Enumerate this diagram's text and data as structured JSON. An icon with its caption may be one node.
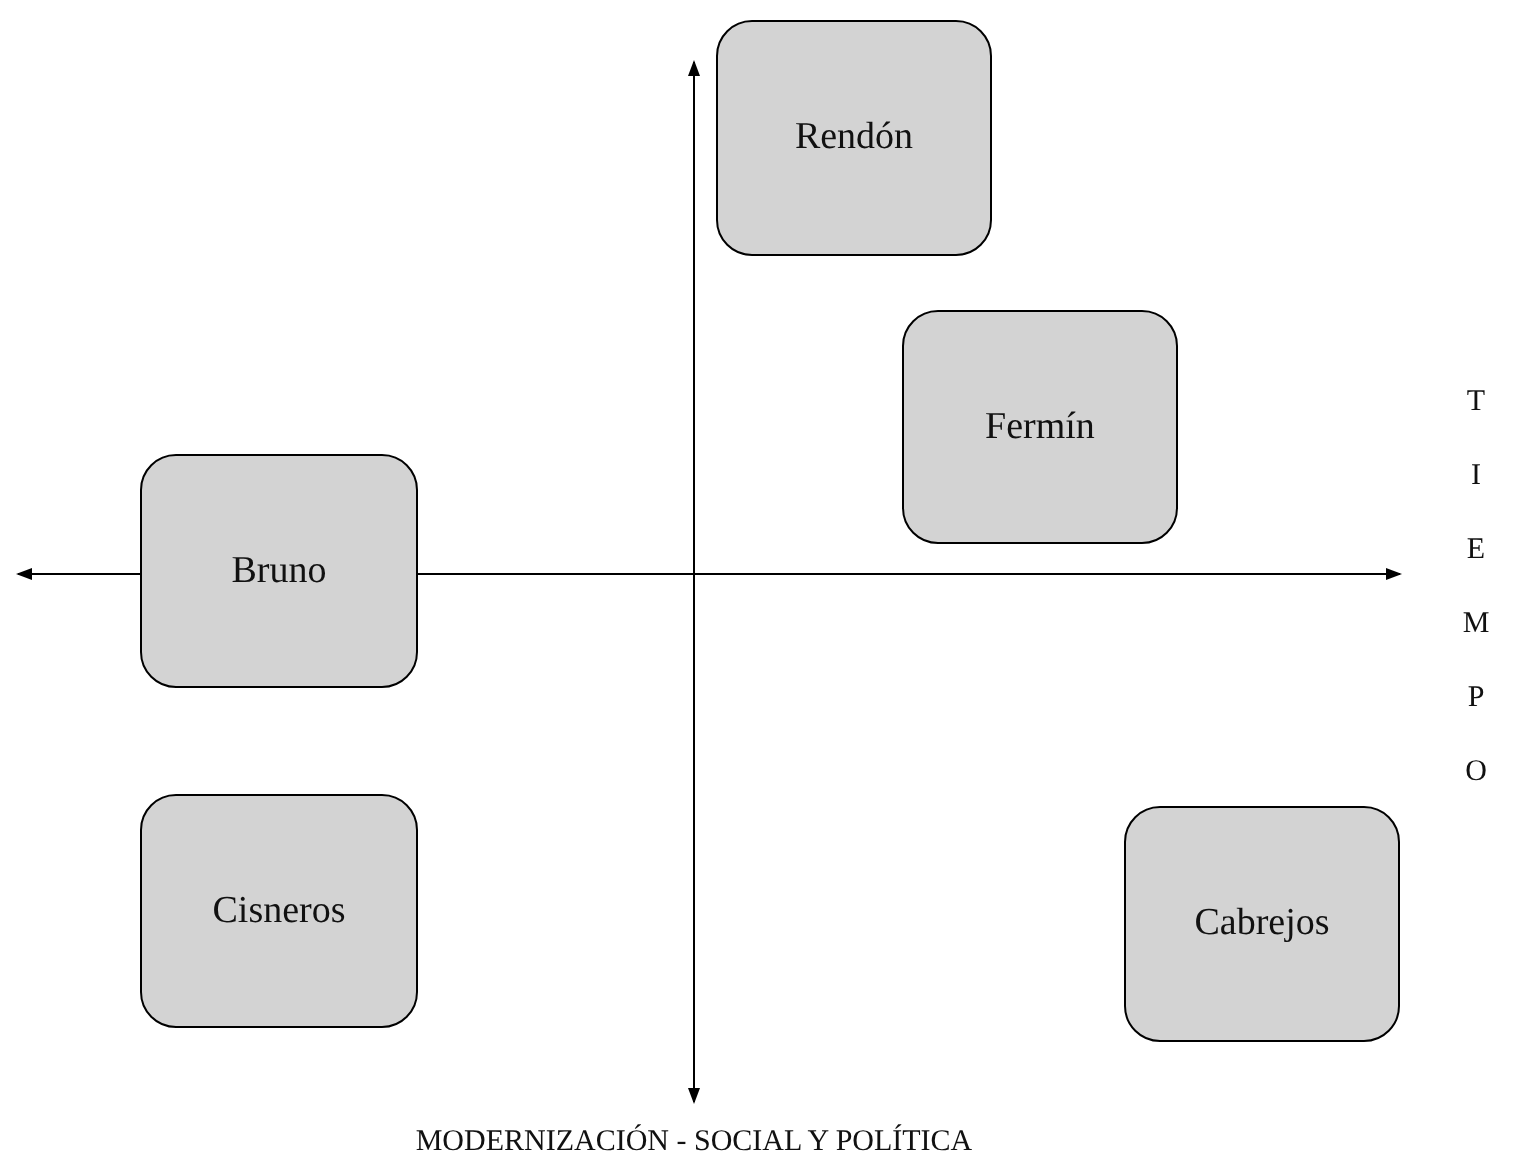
{
  "diagram": {
    "nodes": [
      {
        "text": [
          "Rendón"
        ]
      },
      {
        "text": [
          "Fermín"
        ]
      },
      {
        "text": [
          "Bruno"
        ]
      },
      {
        "text": [
          "Cisneros"
        ]
      },
      {
        "text": [
          "Cabrejos"
        ]
      }
    ],
    "edges": [],
    "labels": [
      "TIEMPO",
      "MODERNIZACIÓN - SOCIAL Y POLÍTICA"
    ]
  }
}
